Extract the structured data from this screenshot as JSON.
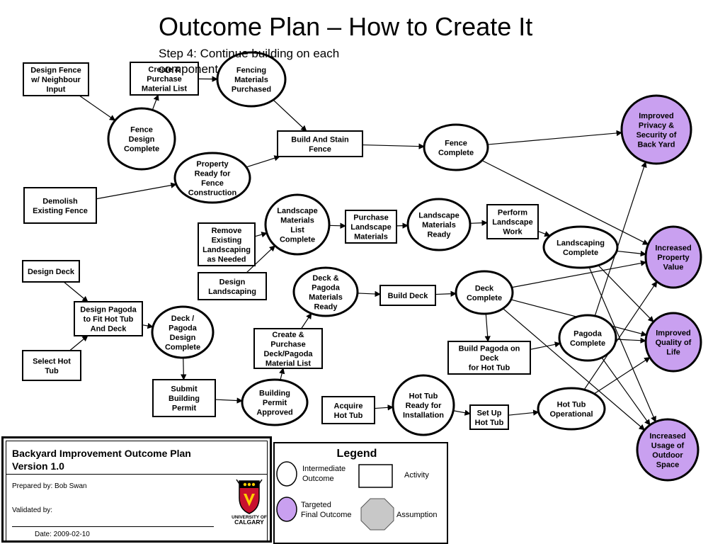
{
  "title": "Outcome Plan – How to Create It",
  "subtitle": "Step 4: Continue building on each component",
  "colors": {
    "final_outcome_fill": "#c9a0f0",
    "assumption_fill": "#c8c8c8",
    "line": "#000000"
  },
  "nodes": {
    "design_fence": [
      "Design Fence",
      "w/ Neighbour",
      "Input"
    ],
    "create_purchase_fence": [
      "Create &",
      "Purchase",
      "Material List"
    ],
    "fencing_materials": [
      "Fencing",
      "Materials",
      "Purchased"
    ],
    "fence_design_complete": [
      "Fence",
      "Design",
      "Complete"
    ],
    "build_stain_fence": [
      "Build And Stain",
      "Fence"
    ],
    "fence_complete": [
      "Fence",
      "Complete"
    ],
    "property_ready": [
      "Property",
      "Ready for",
      "Fence",
      "Construction"
    ],
    "demolish_fence": [
      "Demolish",
      "Existing Fence"
    ],
    "landscape_materials_list": [
      "Landscape",
      "Materials",
      "List",
      "Complete"
    ],
    "purchase_landscape": [
      "Purchase",
      "Landscape",
      "Materials"
    ],
    "landscape_ready": [
      "Landscape",
      "Materials",
      "Ready"
    ],
    "perform_landscape": [
      "Perform",
      "Landscape",
      "Work"
    ],
    "landscaping_complete": [
      "Landscaping",
      "Complete"
    ],
    "remove_landscaping": [
      "Remove",
      "Existing",
      "Landscaping",
      "as Needed"
    ],
    "design_landscaping": [
      "Design",
      "Landscaping"
    ],
    "design_deck": [
      "Design Deck"
    ],
    "design_pagoda": [
      "Design Pagoda",
      "to Fit Hot Tub",
      "And Deck"
    ],
    "select_hot_tub": [
      "Select Hot",
      "Tub"
    ],
    "deck_pagoda_design": [
      "Deck /",
      "Pagoda",
      "Design",
      "Complete"
    ],
    "deck_pagoda_materials": [
      "Deck &",
      "Pagoda",
      "Materials",
      "Ready"
    ],
    "build_deck": [
      "Build Deck"
    ],
    "deck_complete": [
      "Deck",
      "Complete"
    ],
    "create_purchase_deck": [
      "Create &",
      "Purchase",
      "Deck/Pagoda",
      "Material List"
    ],
    "build_pagoda": [
      "Build Pagoda on",
      "Deck",
      "for  Hot Tub"
    ],
    "pagoda_complete": [
      "Pagoda",
      "Complete"
    ],
    "submit_permit": [
      "Submit",
      "Building",
      "Permit"
    ],
    "permit_approved": [
      "Building",
      "Permit",
      "Approved"
    ],
    "acquire_hot_tub": [
      "Acquire",
      "Hot Tub"
    ],
    "hot_tub_ready": [
      "Hot Tub",
      "Ready for",
      "Installation"
    ],
    "set_up_hot_tub": [
      "Set Up",
      "Hot Tub"
    ],
    "hot_tub_operational": [
      "Hot Tub",
      "Operational"
    ],
    "improved_privacy": [
      "Improved",
      "Privacy &",
      "Security of",
      "Back Yard"
    ],
    "increased_value": [
      "Increased",
      "Property",
      "Value"
    ],
    "improved_quality": [
      "Improved",
      "Quality of",
      "Life"
    ],
    "increased_usage": [
      "Increased",
      "Usage of",
      "Outdoor",
      "Space"
    ]
  },
  "legend": {
    "title": "Legend",
    "intermediate": [
      "Intermediate",
      "Outcome"
    ],
    "activity": "Activity",
    "targeted": [
      "Targeted",
      "Final Outcome"
    ],
    "assumption": "Assumption"
  },
  "info": {
    "plan_title": "Backyard Improvement Outcome Plan",
    "version": "Version 1.0",
    "prepared_by": "Prepared by: Bob Swan",
    "validated_by": "Validated by:",
    "date": "Date: 2009-02-10",
    "logo_text": [
      "UNIVERSITY OF",
      "CALGARY"
    ]
  }
}
